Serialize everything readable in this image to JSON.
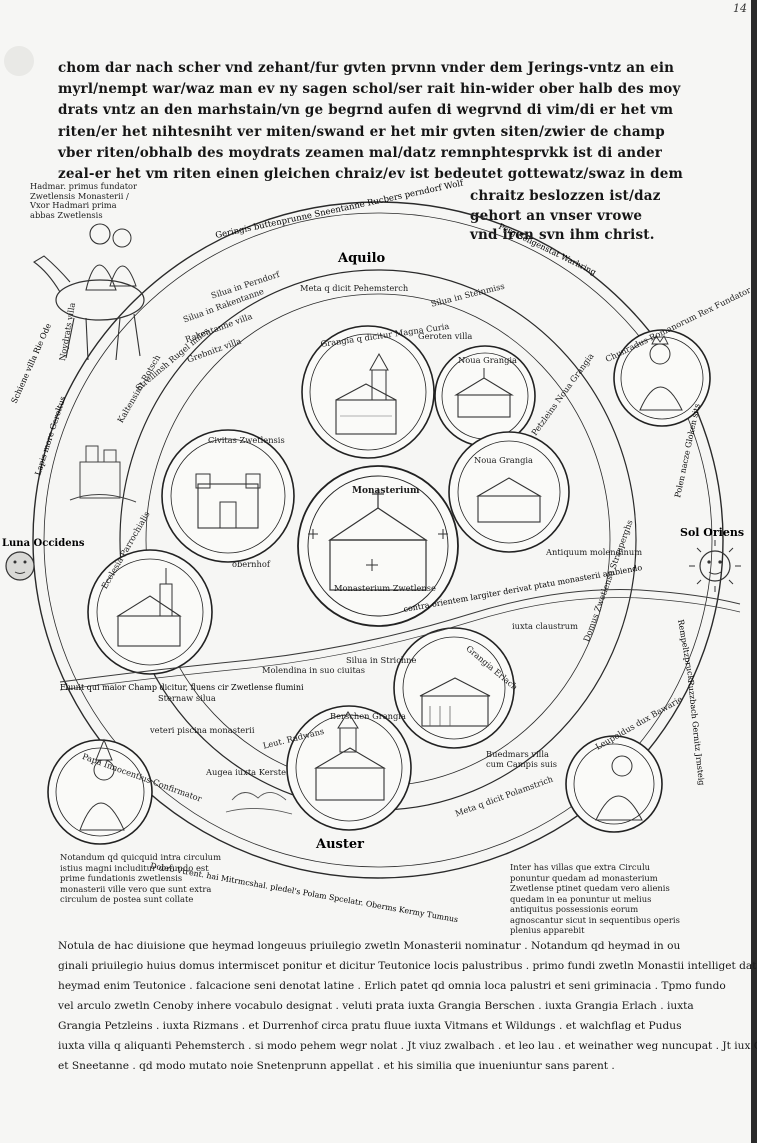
{
  "folio": "14",
  "header_lines": [
    "chom dar nach scher vnd zehant/fur gvten prvnn vnder dem Jerings-vntz an ein",
    "myrl/nempt war/waz man ev ny sagen schol/ser rait hin-wider ober halb des moy",
    "drats vntz an den marhstain/vn ge begrnd aufen di wegrvnd di vim/di er het vm",
    "riten/er het nihtesniht ver miten/swand er het mir gvten siten/zwier de champ",
    "vber riten/obhalb des moydrats zeamen mal/datz remnphtesprvkk ist di ander",
    "zeal-er het vm riten einen gleichen chraiz/ev ist bedeutet gottewatz/swaz in dem",
    "chraitz beslozzen ist/daz",
    "gehort an vnser vrowe",
    "vnd iren svn ihm christ."
  ],
  "map": {
    "north": "Aquilo",
    "south": "Auster",
    "east": "Sol Oriens",
    "west": "Luna Occidens",
    "outer_ring_top": "Geringis buttenprunne Sneentanne Rucbers perndorf Wolf",
    "outer_ring_right": "Perg Seligenstat Warhring",
    "outer_ring_right2": "Polen nacze Gloken sits",
    "outer_ring_right3": "Rempeltzpruck",
    "outer_ring_right4": "Ruzzbach Gernitz Jrnsteig",
    "outer_ring_left": "Schiene villa Rie Ode",
    "outer_ring_left2": "Lapis more Geroltus",
    "outer_ring_bottom": "Dobro Vtrent. hai Mitrmcshal. pledel's Polam Spcelatr. Oberms Kermy Tumnus",
    "inner_labels": {
      "silua_top": "Silua in Perndorf",
      "meta_top": "Meta q dicit Pehemsterch",
      "silua_rright": "Silua in Steinmiss",
      "gerooten": "Geroten villa",
      "rakentane": "Silua in Rakentanne",
      "rakentane_villa": "Rakentanne villa",
      "grebnitz": "Grebnitz villa",
      "strellinsh": "Strellinsh Rugel miles",
      "kaltensimt": "Kaltensimt Rotsch",
      "pctzleins": "Petzleins Noua Grangia",
      "antiquum_molend": "Antiquum molendinum",
      "obernhof": "obernhof",
      "strichne": "Silua in Strichne",
      "iuxta_claustrum": "iuxta claustrum",
      "molendina": "Molendina in suo ciuitas",
      "sternaw": "Sternaw silua",
      "leut_radwans": "Leut. Radwans",
      "augea": "Augea iuxta Kerste",
      "buedmars": "Buedmars villa cum Campis suis",
      "meta_bottom": "Meta q dicit Polamstrich",
      "fluuit": "Fluuit qui maior Champ dicitur, fluens cir Zwetlense flumini",
      "domus": "Domus Zwetlense Strasperghs",
      "monasterium": "Monasterium",
      "civitas": "Civitas Zwetlensis",
      "meta_river": "contra orientem largiter derivat ptatu monasterii ambiendo",
      "vetus_note": "veteri piscina monasterii"
    },
    "medallions": [
      {
        "label": "Grangia q dicitur Magna Curia"
      },
      {
        "label": "Noua Grangia"
      },
      {
        "label": "Monasterium Zwetlense"
      },
      {
        "label": "Ciuitas Zwetlensis"
      },
      {
        "label": "Ecclesia Parrochialis"
      },
      {
        "label": "Grangia Erlach"
      },
      {
        "label": "Berschen Grangia"
      },
      {
        "label": "Noua Grangia"
      }
    ],
    "figures": [
      {
        "label": "Hadmarus primus Fundator"
      },
      {
        "label": "Chunradus Romanorum Rex Fundator"
      },
      {
        "label": "Papa Innocentius Confirmator"
      },
      {
        "label": "Leupoldus dux Bawarie"
      }
    ],
    "rider_note": "Hadmar. primus fundator Zwetlensis Monasterii / Vxor Hadmari prima abbas Zwetlensis",
    "side_left_note": "Noydrats villa",
    "note_left_corner": "Notandum qd quicquid intra circulum istius magni includitur defundo est prime fundationis zwetlensis monasterii ville vero que sunt extra circulum de postea sunt collate",
    "note_right_corner": "Inter has villas que extra Circulu ponuntur quedam ad monasterium Zwetlense ptinet quedam vero alienis quedam in ea ponuntur ut melius antiquitus possessionis eorum agnoscantur sicut in sequentibus operis plenius apparebit"
  },
  "bottom_lines": [
    "Notula de hac diuisione que heymad longeuus priuilegio zwetln Monasterii nominatur . Notandum qd heymad in ou",
    "ginali priuilegio huius domus intermiscet ponitur et dicitur Teutonice locis palustribus . primo fundi zwetln Monastii intelliget dat",
    "heymad enim Teutonice . falcacione seni denotat latine . Erlich patet qd omnia loca palustri et seni griminacia . Tpmo fundo",
    "vel arculo zwetln Cenoby inhere vocabulo designat . veluti prata iuxta Grangia Berschen . iuxta Grangia Erlach . iuxta",
    "Grangia Petzleins . iuxta Rizmans . et Durrenhof circa pratu fluue iuxta Vitmans et Wildungs . et walchflag et Pudus",
    "iuxta villa q aliquanti Pehemsterch . si modo pehem wegr nolat . Jt viuz zwalbach . et leo lau . et weinather weg nuncupat . Jt iux Gerloss",
    "et Sneetanne . qd modo mutato noie Snetenprunn appellat . et his similia que inueniuntur sans parent ."
  ]
}
